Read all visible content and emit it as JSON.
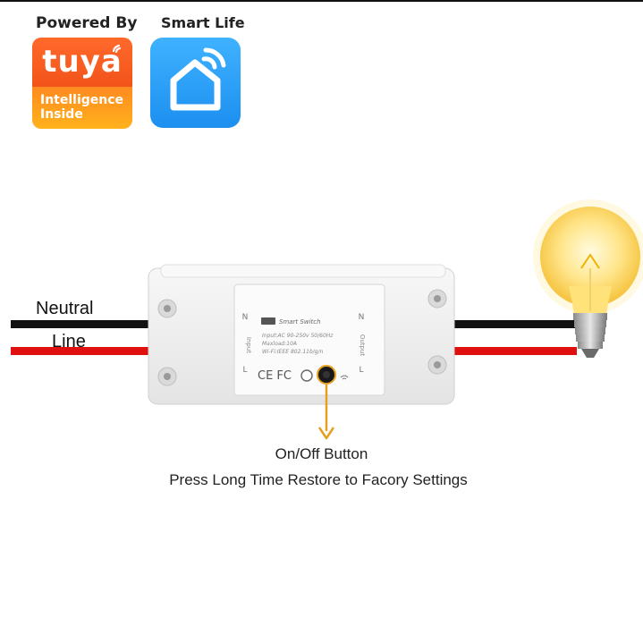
{
  "branding": {
    "powered_by": "Powered By",
    "tuya_wordmark": "tuya",
    "tuya_tagline": "Intelligence Inside",
    "smart_life": "Smart Life"
  },
  "wires": {
    "neutral": "Neutral",
    "line": "Line",
    "neutral_color": "#111111",
    "line_color": "#e01010"
  },
  "device": {
    "title": "Smart Switch",
    "input_label": "Input",
    "output_label": "Output",
    "spec_lines": [
      "Input:AC 90-250v 50/60Hz",
      "Maxload:10A",
      "Wi-Fi:IEEE 802.11b/g/n"
    ],
    "cert_marks": "CE FC",
    "terminal_n": "N",
    "terminal_l": "L"
  },
  "annotation": {
    "button": "On/Off Button",
    "instruction": "Press Long Time Restore to Facory Settings",
    "arrow_color": "#e6a020"
  }
}
